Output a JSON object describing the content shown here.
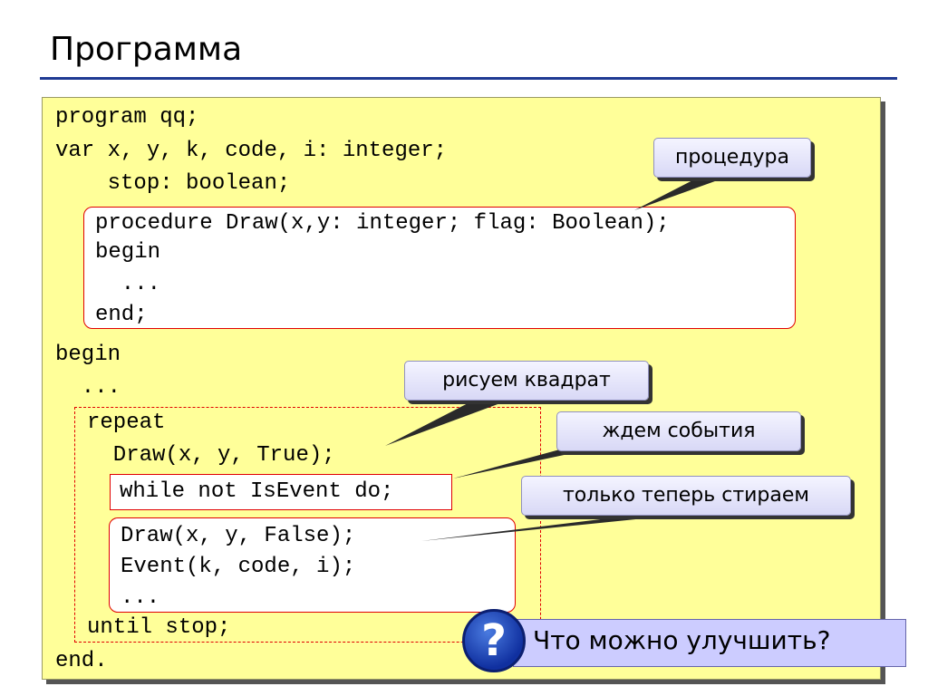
{
  "title": "Программа",
  "code": {
    "l1": "program qq;",
    "l2": "var x, y, k, code, i: integer;",
    "l3": "    stop: boolean;",
    "proc1": "procedure Draw(x,y: integer; flag: Boolean);",
    "proc2": "begin",
    "proc3": "  ...",
    "proc4": "end;",
    "b1": "begin",
    "b2": "  ...",
    "r1": "repeat",
    "r2": "  Draw(x, y, True);",
    "w1": "while not IsEvent do;",
    "e1": "Draw(x, y, False);",
    "e2": "Event(k, code, i);",
    "e3": "...",
    "u1": "until stop;",
    "end": "end."
  },
  "callouts": {
    "procedure": "процедура",
    "draw_square": "рисуем квадрат",
    "wait_events": "ждем события",
    "erase": "только теперь стираем"
  },
  "question": {
    "icon": "?",
    "text": "Что можно улучшить?"
  }
}
